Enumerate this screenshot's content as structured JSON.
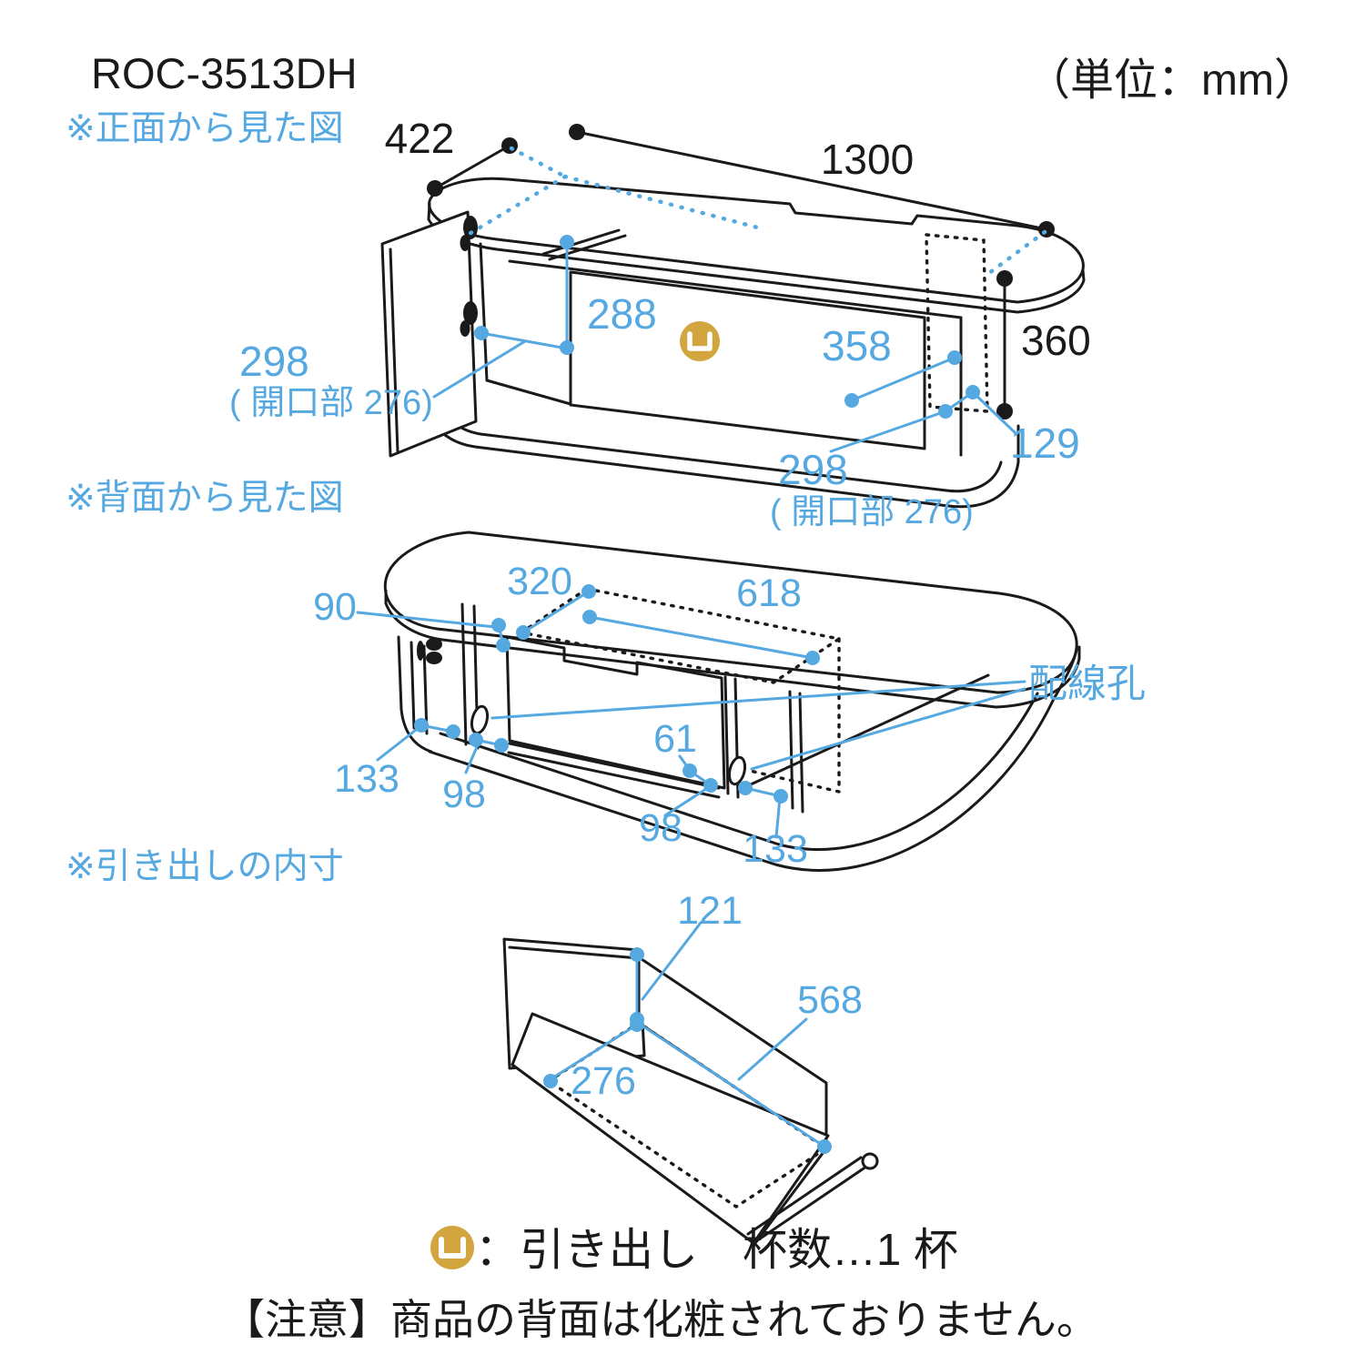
{
  "header": {
    "model": "ROC-3513DH",
    "unit": "（単位：mm）"
  },
  "front_view": {
    "label": "※正面から見た図",
    "dims": {
      "depth": "422",
      "width": "1300",
      "height": "360",
      "inner_height": "288",
      "right_inner_width": "358",
      "left_opening": "298",
      "left_opening_sub": "( 開口部 276)",
      "bottom_opening": "298",
      "bottom_opening_sub": "( 開口部 276)",
      "right_offset": "129"
    }
  },
  "back_view": {
    "label": "※背面から見た図",
    "wire_hole_label": "配線孔",
    "dims": {
      "top_inset": "320",
      "top_width": "618",
      "side_inset": "90",
      "bottom_left_outer": "133",
      "bottom_left_inner": "98",
      "bottom_center": "61",
      "bottom_right_inner": "98",
      "bottom_right_outer": "133"
    }
  },
  "drawer_view": {
    "label": "※引き出しの内寸",
    "dims": {
      "inner_height": "121",
      "inner_depth": "568",
      "inner_width": "276"
    }
  },
  "legend": {
    "icon": "drawer-icon",
    "text": "：引き出し　杯数…1 杯"
  },
  "note": "【注意】商品の背面は化粧されておりません。"
}
